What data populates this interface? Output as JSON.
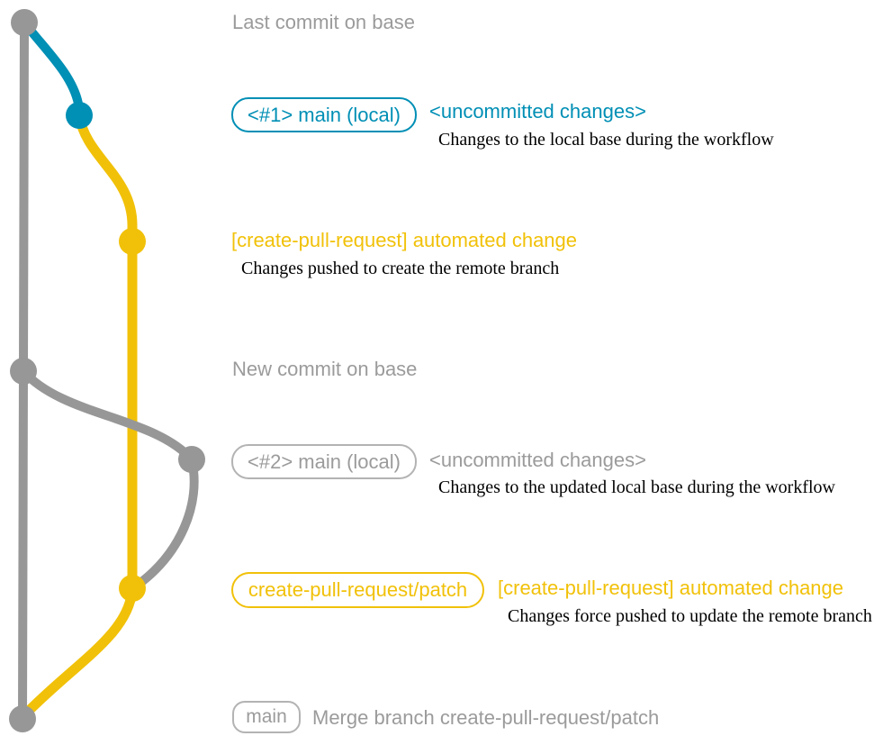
{
  "colors": {
    "gray": "#979797",
    "gray_text": "#9b9b9b",
    "blue": "#008fb5",
    "yellow": "#f1c109",
    "caption_text": "#000000"
  },
  "graph": {
    "branches": [
      {
        "name": "base",
        "color": "#979797"
      },
      {
        "name": "main (local)",
        "color": "#008fb5"
      },
      {
        "name": "create-pull-request/patch",
        "color": "#f1c109"
      }
    ],
    "commits": [
      {
        "branch": "base",
        "message": "Last commit on base"
      },
      {
        "branch": "main (local)",
        "label": "<#1> main (local)",
        "message": "<uncommitted changes>",
        "note": "Changes to the local base during the workflow"
      },
      {
        "branch": "create-pull-request/patch",
        "message": "[create-pull-request] automated change",
        "note": "Changes pushed to create the remote branch"
      },
      {
        "branch": "base",
        "message": "New commit on base"
      },
      {
        "branch": "main (local)",
        "label": "<#2> main (local)",
        "message": "<uncommitted changes>",
        "note": "Changes to the updated local base during the workflow"
      },
      {
        "branch": "create-pull-request/patch",
        "label": "create-pull-request/patch",
        "message": "[create-pull-request] automated change",
        "note": "Changes force pushed to update the remote branch"
      },
      {
        "branch": "main",
        "label": "main",
        "message": "Merge branch create-pull-request/patch"
      }
    ]
  }
}
